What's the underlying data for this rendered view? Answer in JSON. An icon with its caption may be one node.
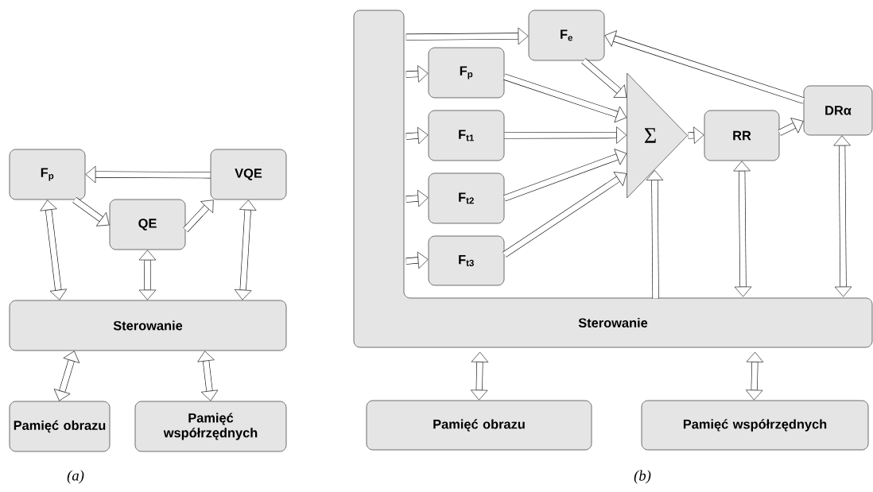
{
  "diagram": {
    "nodes": [
      {
        "text": [
          "F$_{p}$"
        ]
      },
      {
        "text": [
          "VQE"
        ]
      },
      {
        "text": [
          "QE"
        ]
      },
      {
        "text": [
          "Sterowanie"
        ]
      },
      {
        "text": [
          "Pamięć obrazu"
        ]
      },
      {
        "text": [
          "Pamięć współrzędnych"
        ]
      },
      {
        "text": [
          "Sterowanie"
        ]
      },
      {
        "text": [
          "F$_{e}$"
        ]
      },
      {
        "text": [
          "F$_{p}$"
        ]
      },
      {
        "text": [
          "F$_{t1}$"
        ]
      },
      {
        "text": [
          "F$_{t2}$"
        ]
      },
      {
        "text": [
          "F$_{t3}$"
        ]
      },
      {
        "text": [
          "Σ"
        ]
      },
      {
        "text": [
          "RR"
        ]
      },
      {
        "text": [
          "DRα"
        ]
      },
      {
        "text": [
          "Pamięć obrazu"
        ]
      },
      {
        "text": [
          "Pamięć współrzędnych"
        ]
      }
    ],
    "edges": [
      {
        "from": 1,
        "to": 0,
        "arrow": "to"
      },
      {
        "from": 0,
        "to": 2,
        "arrow": "to"
      },
      {
        "from": 2,
        "to": 1,
        "arrow": "to"
      },
      {
        "from": 0,
        "to": 3,
        "arrow": "both"
      },
      {
        "from": 2,
        "to": 3,
        "arrow": "both"
      },
      {
        "from": 1,
        "to": 3,
        "arrow": "both"
      },
      {
        "from": 3,
        "to": 4,
        "arrow": "both"
      },
      {
        "from": 3,
        "to": 5,
        "arrow": "both"
      },
      {
        "from": 6,
        "to": 7,
        "arrow": "to"
      },
      {
        "from": 6,
        "to": 8,
        "arrow": "to"
      },
      {
        "from": 6,
        "to": 9,
        "arrow": "to"
      },
      {
        "from": 6,
        "to": 10,
        "arrow": "to"
      },
      {
        "from": 6,
        "to": 11,
        "arrow": "to"
      },
      {
        "from": 7,
        "to": 12,
        "arrow": "to"
      },
      {
        "from": 8,
        "to": 12,
        "arrow": "to"
      },
      {
        "from": 9,
        "to": 12,
        "arrow": "to"
      },
      {
        "from": 10,
        "to": 12,
        "arrow": "to"
      },
      {
        "from": 11,
        "to": 12,
        "arrow": "to"
      },
      {
        "from": 6,
        "to": 12,
        "arrow": "to"
      },
      {
        "from": 12,
        "to": 13,
        "arrow": "to"
      },
      {
        "from": 13,
        "to": 14,
        "arrow": "to"
      },
      {
        "from": 14,
        "to": 7,
        "arrow": "to"
      },
      {
        "from": 13,
        "to": 6,
        "arrow": "both"
      },
      {
        "from": 14,
        "to": 6,
        "arrow": "both"
      },
      {
        "from": 6,
        "to": 15,
        "arrow": "both"
      },
      {
        "from": 6,
        "to": 16,
        "arrow": "both"
      }
    ],
    "labels": [
      "(a)",
      "(b)"
    ]
  }
}
